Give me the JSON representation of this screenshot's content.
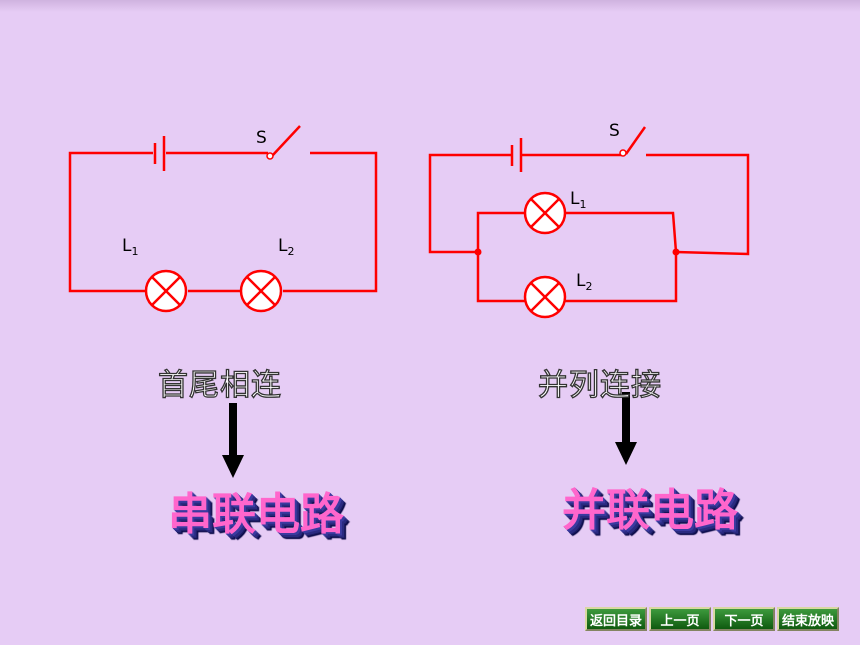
{
  "series_circuit": {
    "switch_label": "S",
    "lamp1": {
      "letter": "L",
      "index": "1"
    },
    "lamp2": {
      "letter": "L",
      "index": "2"
    },
    "caption": "首尾相连",
    "title": "串联电路"
  },
  "parallel_circuit": {
    "switch_label": "S",
    "lamp1": {
      "letter": "L",
      "index": "1"
    },
    "lamp2": {
      "letter": "L",
      "index": "2"
    },
    "caption": "并列连接",
    "title": "并联电路"
  },
  "nav": {
    "back_label": "返回目录",
    "prev_label": "上一页",
    "next_label": "下一页",
    "end_label": "结束放映"
  },
  "colors": {
    "background": "#e6ccf5",
    "wire": "#ff0000",
    "arrow": "#000000",
    "title_face": "#ff66cc",
    "title_shadow": "#2a2a80",
    "nav_button": "#1f7a1f"
  },
  "icons": {
    "lamp": "lamp-cross-circle-icon",
    "battery": "battery-cell-icon",
    "switch": "open-switch-icon",
    "arrow": "down-arrow-icon"
  }
}
